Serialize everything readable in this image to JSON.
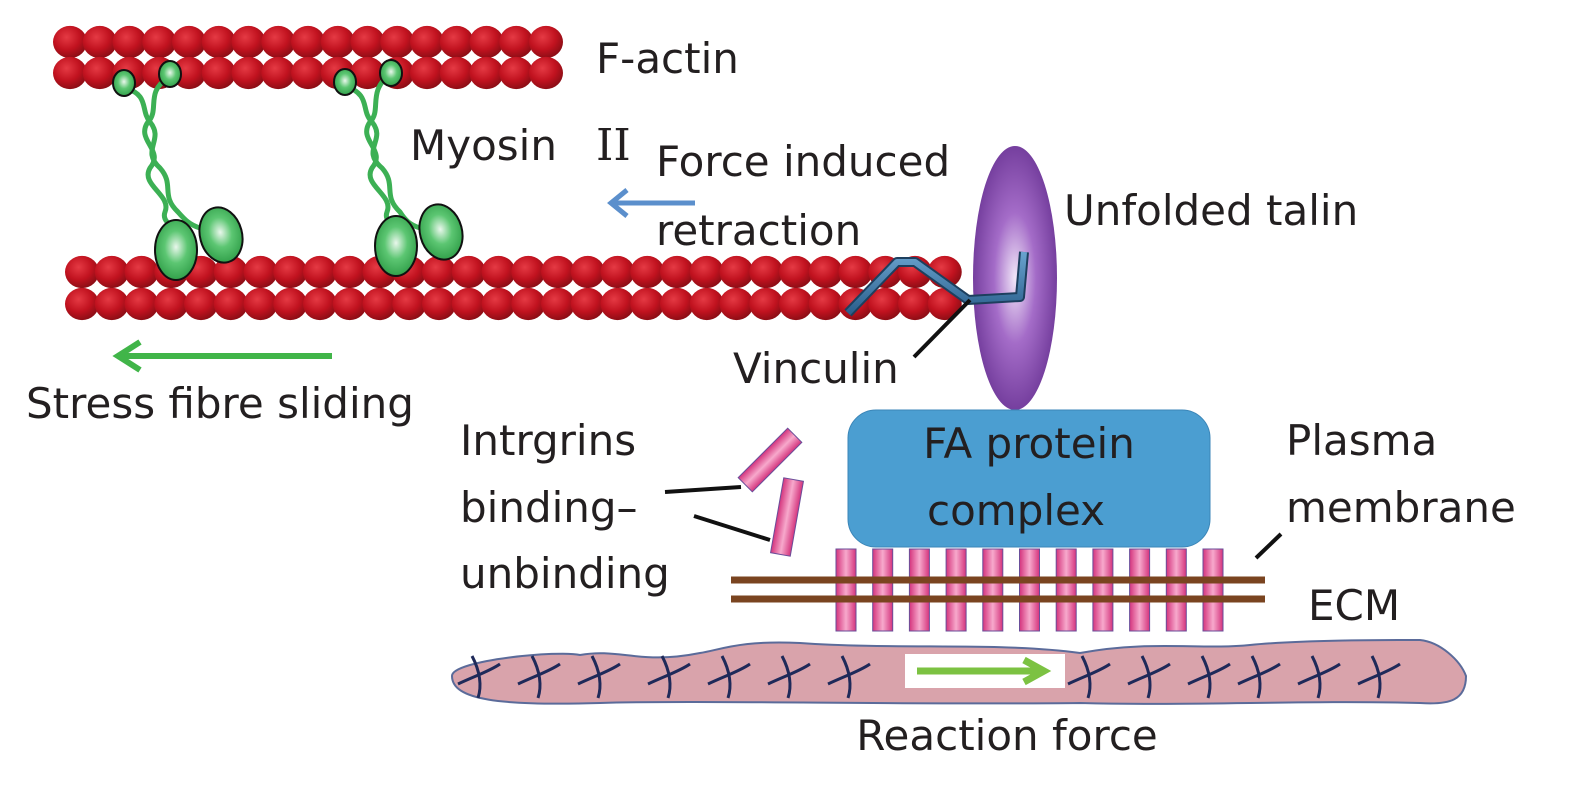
{
  "figure": {
    "title": "Focal adhesion mechanotransduction schematic",
    "colors": {
      "actin": "#c1121f",
      "actin_dark": "#8e0e16",
      "myosin": "#3cb054",
      "myosin_dark": "#1f7a32",
      "talin": "#7b3fa5",
      "talin_light": "#e6d3f2",
      "vinculin": "#3d78a8",
      "fa_complex": "#4b9ed1",
      "integrin": "#e0408a",
      "membrane": "#7a4420",
      "ecm": "#d9a3ab",
      "ecm_fiber": "#1f2a5a",
      "arrow_green": "#41b549",
      "arrow_blue": "#5b8fcc",
      "text": "#231f20"
    }
  },
  "labels": {
    "f_actin": "F-actin",
    "myosin": "Myosin",
    "myosin_roman": "II",
    "force_line1": "Force induced",
    "force_line2": "retraction",
    "unfolded_talin": "Unfolded talin",
    "vinculin": "Vinculin",
    "stress_fibre": "Stress fibre sliding",
    "integrins_line1": "Intrgrins",
    "integrins_line2": "binding–",
    "integrins_line3": "unbinding",
    "fa_line1": "FA protein",
    "fa_line2": "complex",
    "plasma_line1": "Plasma",
    "plasma_line2": "membrane",
    "ecm": "ECM",
    "reaction_force": "Reaction force"
  },
  "counts": {
    "integrin_bars_bound": 11,
    "myosin_motors": 2
  }
}
